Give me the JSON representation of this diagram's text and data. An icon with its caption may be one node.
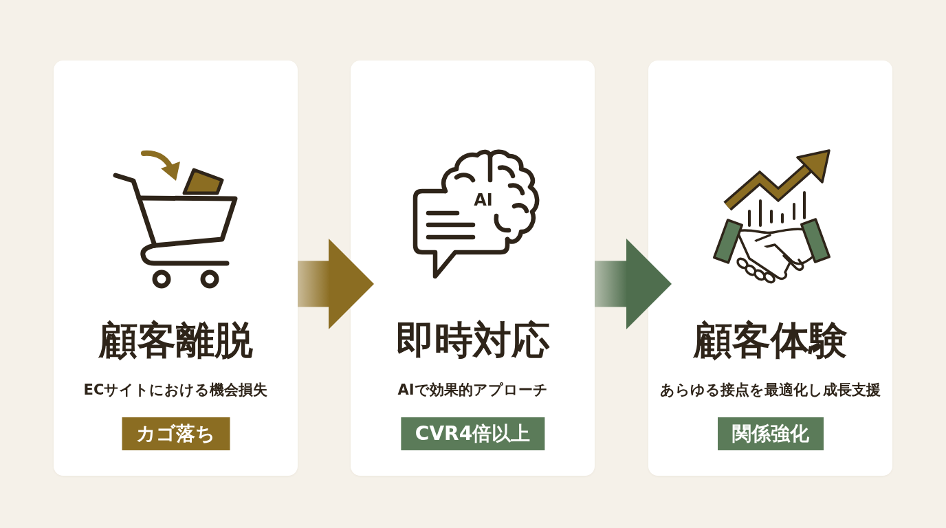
{
  "diagram": {
    "nodes": [
      {
        "text": [
          "顧客離脱",
          "ECサイトにおける機会損失"
        ]
      },
      {
        "text": [
          "カゴ落ち"
        ],
        "in": 0
      },
      {
        "text": [
          "即時対応",
          "AIで効果的アプローチ"
        ]
      },
      {
        "text": [
          "CVR4倍以上"
        ],
        "in": 2
      },
      {
        "text": [
          "顧客体験",
          "あらゆる接点を最適化し成長支援"
        ]
      },
      {
        "text": [
          "関係強化"
        ],
        "in": 4
      }
    ],
    "edges": [
      {
        "from": 0,
        "to": 2,
        "arrow": "to",
        "color": "#8b6d22"
      },
      {
        "from": 2,
        "to": 4,
        "arrow": "to",
        "color": "#4f6e4e"
      }
    ],
    "labels": [
      "AI"
    ]
  }
}
